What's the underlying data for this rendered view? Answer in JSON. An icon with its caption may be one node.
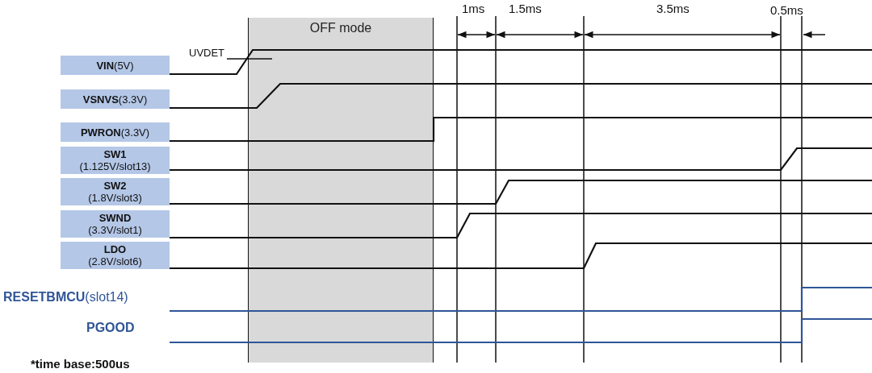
{
  "diagram": {
    "nodes": [
      {
        "text": [
          "OFF mode"
        ]
      },
      {
        "text": [
          "**VIN**(5V)"
        ]
      },
      {
        "text": [
          "**VSNVS**(3.3V)"
        ]
      },
      {
        "text": [
          "**PWRON**(3.3V)"
        ]
      },
      {
        "text": [
          "SW1",
          "(1.125V/slot13)"
        ]
      },
      {
        "text": [
          "SW2",
          "(1.8V/slot3)"
        ]
      },
      {
        "text": [
          "SWND",
          "(3.3V/slot1)"
        ]
      },
      {
        "text": [
          "LDO",
          "(2.8V/slot6)"
        ]
      }
    ],
    "labels": [
      "1ms",
      "1.5ms",
      "3.5ms",
      "0.5ms",
      "UVDET",
      "**RESETBMCU**(slot14)",
      "PGOOD",
      "*time base:500us"
    ]
  }
}
